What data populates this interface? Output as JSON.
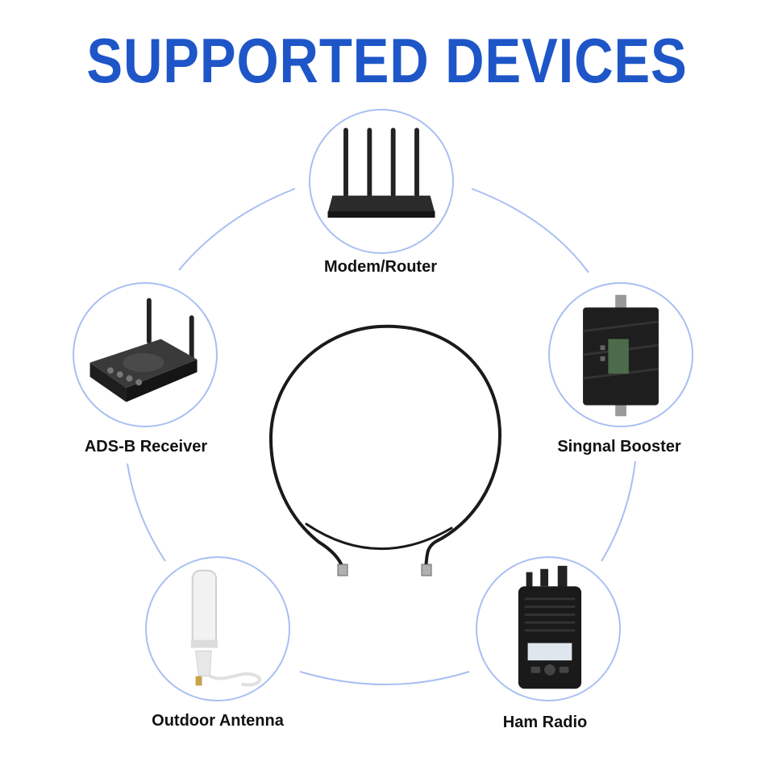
{
  "title": "SUPPORTED DEVICES",
  "accent_color": "#1e56c8",
  "ring_color": "#a8bff2",
  "center_image": "coaxial-cable",
  "devices": [
    {
      "label": "Modem/Router",
      "icon": "router-icon"
    },
    {
      "label": "Singnal Booster",
      "icon": "signal-booster-icon"
    },
    {
      "label": "Ham Radio",
      "icon": "ham-radio-icon"
    },
    {
      "label": "Outdoor Antenna",
      "icon": "outdoor-antenna-icon"
    },
    {
      "label": "ADS-B Receiver",
      "icon": "ads-b-receiver-icon"
    }
  ]
}
